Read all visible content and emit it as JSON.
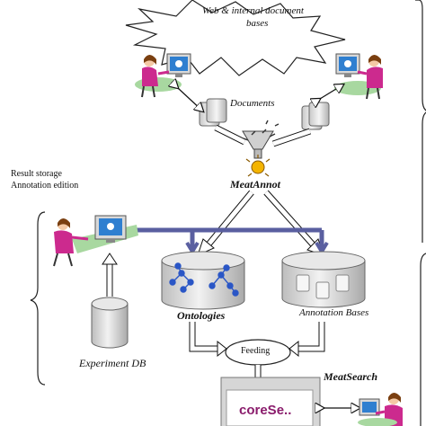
{
  "cloud": {
    "line1": "Web & internal document",
    "line2": "bases"
  },
  "labels": {
    "documents": "Documents",
    "result_storage": "Result storage",
    "annotation_edition": "Annotation edition",
    "meatannot": "MeatAnnot",
    "ontologies": "Ontologies",
    "annotation_bases": "Annotation Bases",
    "feeding": "Feeding",
    "experiment_db": "Experiment DB",
    "meatsearch": "MeatSearch",
    "corese": "coreSe.."
  },
  "colors": {
    "pipe": "#5a5fa0",
    "monitor_screen": "#2f7fd0",
    "person_shirt": "#cc2a8e",
    "desk": "#a8d8a0",
    "drum": "#d9d9d9",
    "graph_node": "#2a56c6",
    "corese": "#8a1c6c"
  }
}
